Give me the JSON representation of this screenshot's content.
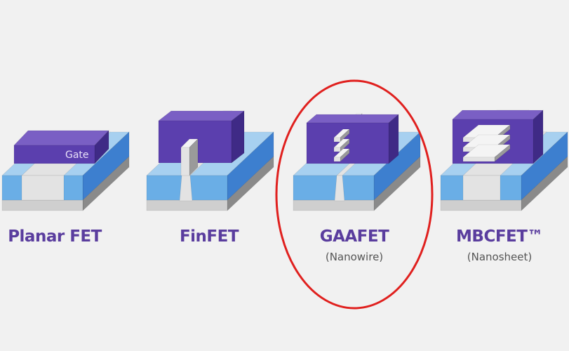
{
  "devices": [
    {
      "name": "Planar FET",
      "gate_label": "Gate"
    },
    {
      "name": "FinFET"
    },
    {
      "name": "GAAFET",
      "subtitle": "(Nanowire)",
      "highlighted": true
    },
    {
      "name": "MBCFET™",
      "subtitle": "(Nanosheet)"
    }
  ],
  "colors": {
    "background": "#f1f1f1",
    "gate_front": "#5b3fae",
    "gate_top": "#7a5fc4",
    "gate_side": "#3f2a86",
    "substrate_blue": "#6aaee6",
    "substrate_top": "#a7d0f0",
    "substrate_side": "#3d7fcf",
    "base_gray": "#cfcfcf",
    "channel_gray": "#e3e3e3",
    "highlight_ring": "#e0201e",
    "title": "#5a3d9e"
  }
}
